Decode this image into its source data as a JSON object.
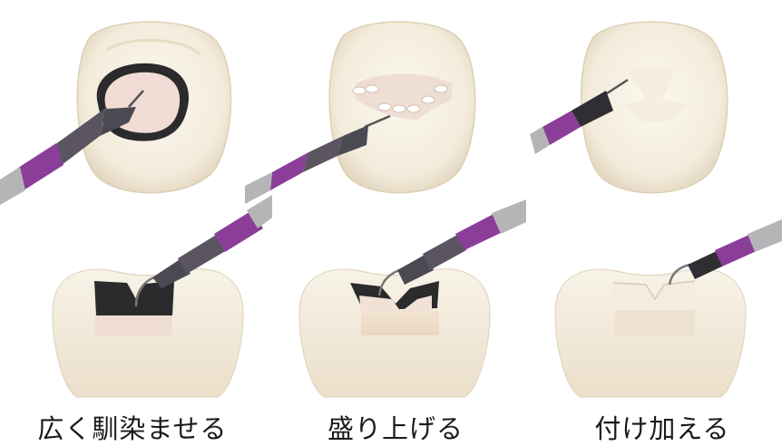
{
  "steps": [
    {
      "caption": "広く馴染ませる"
    },
    {
      "caption": "盛り上げる"
    },
    {
      "caption": "付け加える"
    }
  ],
  "colors": {
    "tooth_light": "#f6f1e4",
    "tooth_shade": "#e3d8c2",
    "cavity_dark": "#2b2a2d",
    "composite_pink": "#f0dcd4",
    "filling_beige": "#ecdcc8",
    "instrument_gray": "#4a4a52",
    "handle_purple": "#8a3e98",
    "handle_silver": "#b5b5b8"
  },
  "icons": [
    "tooth-occlusal-icon",
    "tooth-side-icon",
    "dental-instrument-icon"
  ]
}
